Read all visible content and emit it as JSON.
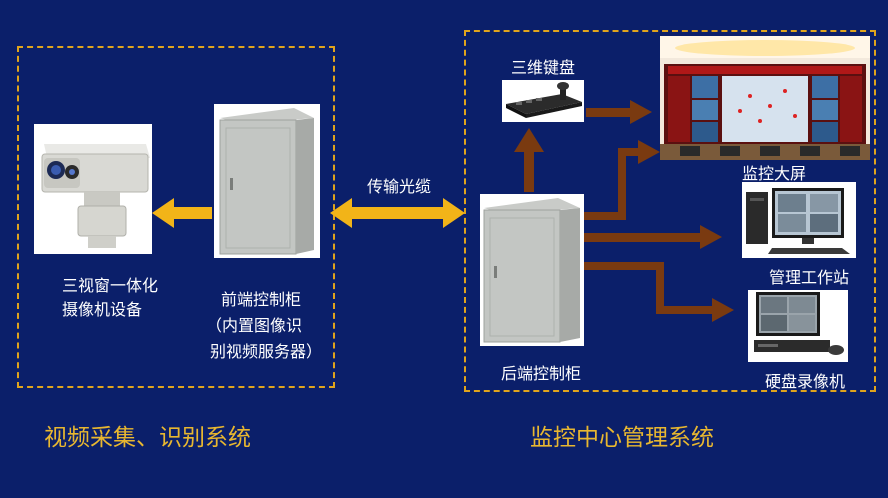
{
  "left_system": {
    "title": "视频采集、识别系统",
    "camera": {
      "label_line1": "三视窗一体化",
      "label_line2": "摄像机设备"
    },
    "front_cabinet": {
      "label_line1": "前端控制柜",
      "label_line2": "（内置图像识",
      "label_line3": "别视频服务器）"
    }
  },
  "link": {
    "label": "传输光缆"
  },
  "right_system": {
    "title": "监控中心管理系统",
    "keyboard": {
      "label": "三维键盘"
    },
    "big_screen": {
      "label": "监控大屏"
    },
    "workstation": {
      "label": "管理工作站"
    },
    "dvr": {
      "label": "硬盘录像机"
    },
    "back_cabinet": {
      "label": "后端控制柜"
    }
  },
  "colors": {
    "background": "#0b1f6a",
    "frame": "#e0a41c",
    "title": "#e8b730",
    "arrow_gold": "#f2b418",
    "arrow_brown": "#7a3a10"
  },
  "icons": [
    "camera-icon",
    "cabinet-icon",
    "keyboard-icon",
    "video-wall-icon",
    "computer-icon",
    "dvr-icon"
  ]
}
